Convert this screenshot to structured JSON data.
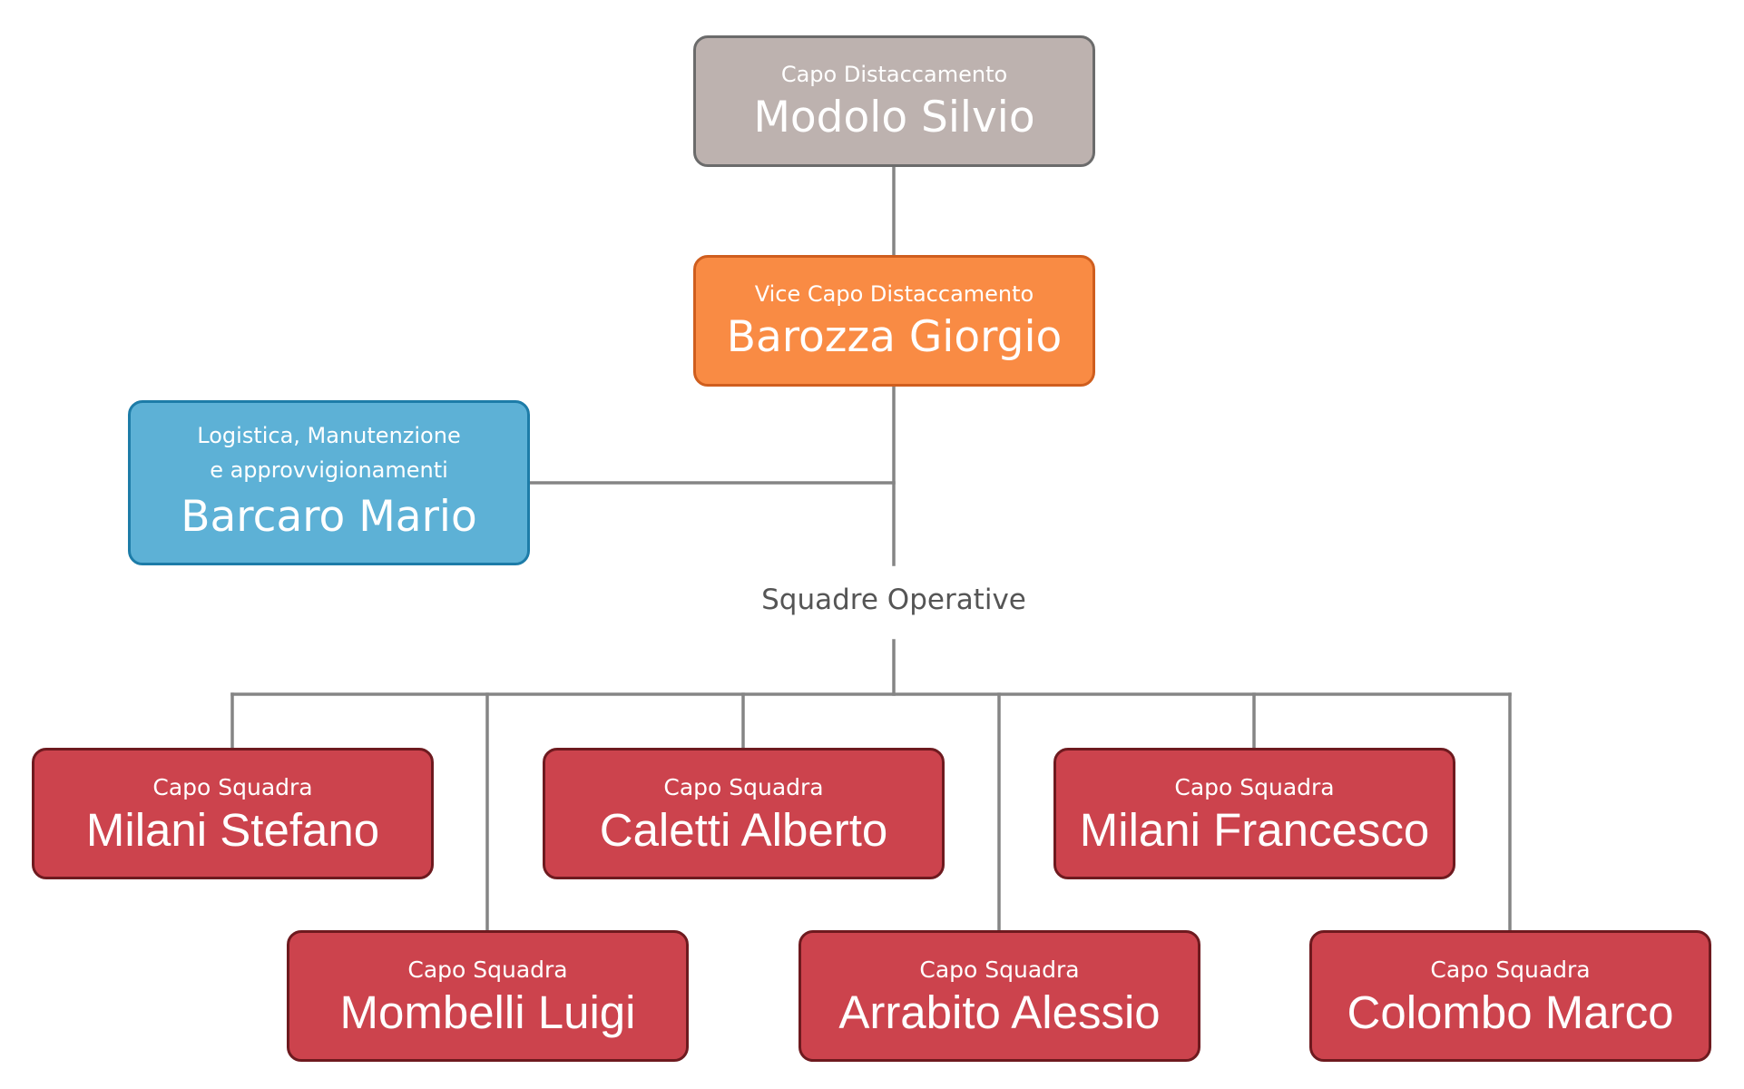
{
  "diagram": {
    "top": {
      "role": "Capo Distaccamento",
      "name": "Modolo Silvio",
      "color": "#bdb2af"
    },
    "vice": {
      "role": "Vice Capo Distaccamento",
      "name": "Barozza Giorgio",
      "color": "#f98b44"
    },
    "logistics": {
      "role_line1": "Logistica, Manutenzione",
      "role_line2": "e approvvigionamenti",
      "name": "Barcaro Mario",
      "color": "#5db1d6"
    },
    "group_label": "Squadre Operative",
    "squad_color": "#cc434d",
    "squads": [
      {
        "role": "Capo Squadra",
        "name": "Milani Stefano"
      },
      {
        "role": "Capo Squadra",
        "name": "Mombelli Luigi"
      },
      {
        "role": "Capo Squadra",
        "name": "Caletti Alberto"
      },
      {
        "role": "Capo Squadra",
        "name": "Arrabito Alessio"
      },
      {
        "role": "Capo Squadra",
        "name": "Milani Francesco"
      },
      {
        "role": "Capo Squadra",
        "name": "Colombo Marco"
      }
    ]
  }
}
